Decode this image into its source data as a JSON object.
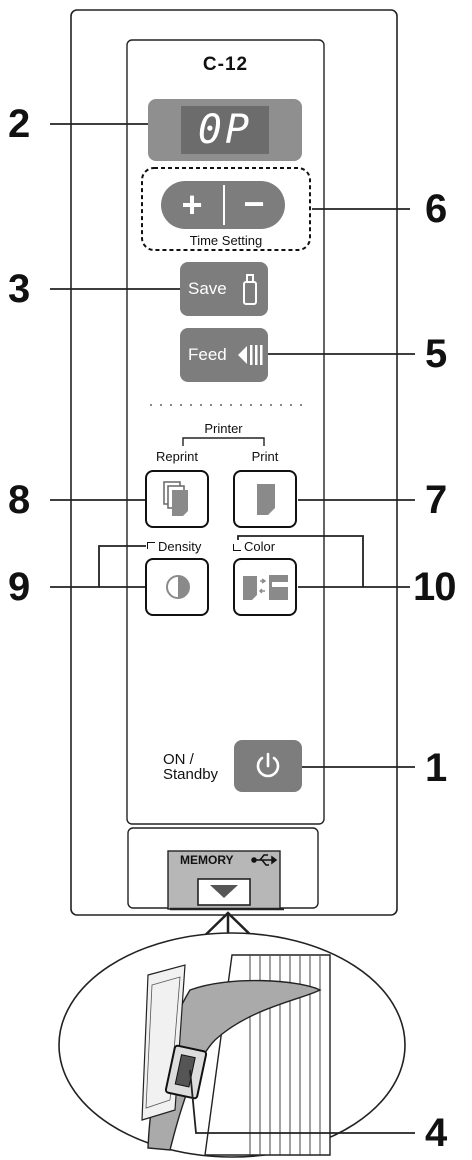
{
  "device": {
    "model": "C-12",
    "display_text": "0P",
    "time_setting_label": "Time Setting",
    "plus_label": "+",
    "minus_label": "−",
    "save_label": "Save",
    "feed_label": "Feed",
    "printer_group_label": "Printer",
    "reprint_label": "Reprint",
    "print_label": "Print",
    "density_label": "Density",
    "color_label": "Color",
    "power_label_line1": "ON /",
    "power_label_line2": "Standby",
    "memory_label": "MEMORY"
  },
  "callouts": {
    "c1": "1",
    "c2": "2",
    "c3": "3",
    "c4": "4",
    "c5": "5",
    "c6": "6",
    "c7": "7",
    "c8": "8",
    "c9": "9",
    "c10": "10"
  },
  "colors": {
    "button_gray": "#7d7d7d",
    "display_bg": "#8f8f8f",
    "display_inner": "#6c6c6c",
    "panel_border": "#222222"
  }
}
